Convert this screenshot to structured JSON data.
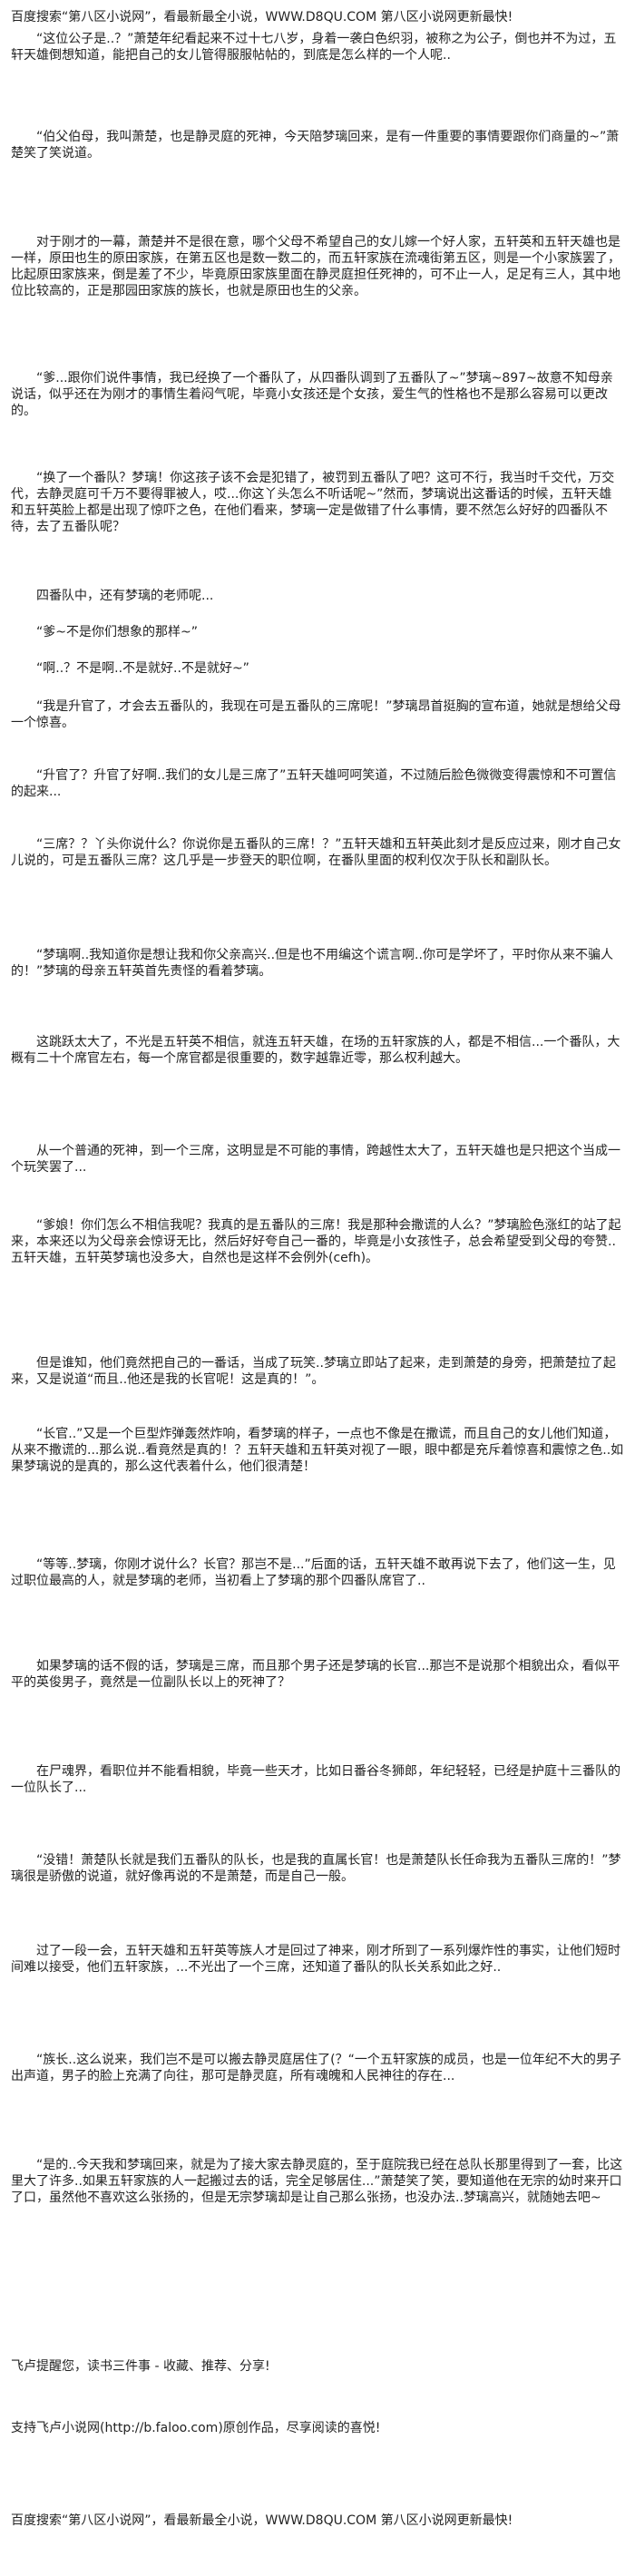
{
  "header": {
    "banner": "百度搜索“第八区小说网”，看最新最全小说，WWW.D8QU.COM  第八区小说网更新最快!"
  },
  "paragraphs": [
    "“这位公子是..？”萧楚年纪看起来不过十七八岁，身着一袭白色织羽，被称之为公子，倒也并不为过，五轩天雄倒想知道，能把自己的女儿管得服服帖帖的，到底是怎么样的一个人呢..",
    "“伯父伯母，我叫萧楚，也是静灵庭的死神，今天陪梦璃回来，是有一件重要的事情要跟你们商量的~”萧楚笑了笑说道。",
    "对于刚才的一幕，萧楚并不是很在意，哪个父母不希望自己的女儿嫁一个好人家，五轩英和五轩天雄也是一样，原田也生的原田家族，在第五区也是数一数二的，而五轩家族在流魂街第五区，则是一个小家族罢了，比起原田家族来，倒是差了不少，毕竟原田家族里面在静灵庭担任死神的，可不止一人，足足有三人，其中地位比较高的，正是那园田家族的族长，也就是原田也生的父亲。",
    "“爹...跟你们说件事情，我已经换了一个番队了，从四番队调到了五番队了~”梦璃~897~故意不知母亲说话，似乎还在为刚才的事情生着闷气呢，毕竟小女孩还是个女孩，爱生气的性格也不是那么容易可以更改的。",
    "“换了一个番队？梦璃！你这孩子该不会是犯错了，被罚到五番队了吧？这可不行，我当时千交代，万交代，去静灵庭可千万不要得罪被人，哎...你这丫头怎么不听话呢~”然而，梦璃说出这番话的时候，五轩天雄和五轩英脸上都是出现了惊吓之色，在他们看来，梦璃一定是做错了什么事情，要不然怎么好好的四番队不待，去了五番队呢？",
    "四番队中，还有梦璃的老师呢...",
    "“爹~不是你们想象的那样~”",
    "“啊..？不是啊..不是就好..不是就好~”",
    "“我是升官了，才会去五番队的，我现在可是五番队的三席呢！”梦璃昂首挺胸的宣布道，她就是想给父母一个惊喜。",
    "“升官了？升官了好啊..我们的女儿是三席了”五轩天雄呵呵笑道，不过随后脸色微微变得震惊和不可置信的起来...",
    "“三席？？丫头你说什么？你说你是五番队的三席！？”五轩天雄和五轩英此刻才是反应过来，刚才自己女儿说的，可是五番队三席？这几乎是一步登天的职位啊，在番队里面的权利仅次于队长和副队长。",
    "“梦璃啊..我知道你是想让我和你父亲高兴..但是也不用编这个谎言啊..你可是学坏了，平时你从来不骗人的！”梦璃的母亲五轩英首先责怪的看着梦璃。",
    "这跳跃太大了，不光是五轩英不相信，就连五轩天雄，在场的五轩家族的人，都是不相信...一个番队，大概有二十个席官左右，每一个席官都是很重要的，数字越靠近零，那么权利越大。",
    "从一个普通的死神，到一个三席，这明显是不可能的事情，跨越性太大了，五轩天雄也是只把这个当成一个玩笑罢了...",
    "“爹娘！你们怎么不相信我呢？我真的是五番队的三席！我是那种会撒谎的人么？”梦璃脸色涨红的站了起来，本来还以为父母亲会惊讶无比，然后好好夸自己一番的，毕竟是小女孩性子，总会希望受到父母的夸赞..五轩天雄，五轩英梦璃也没多大，自然也是这样不会例外(cefh)。",
    "但是谁知，他们竟然把自己的一番话，当成了玩笑..梦璃立即站了起来，走到萧楚的身旁，把萧楚拉了起来，又是说道“而且..他还是我的长官呢！这是真的！”。",
    "“长官..”又是一个巨型炸弹轰然炸响，看梦璃的样子，一点也不像是在撒谎，而且自己的女儿他们知道，从来不撒谎的...那么说..看竟然是真的！？五轩天雄和五轩英对视了一眼，眼中都是充斥着惊喜和震惊之色..如果梦璃说的是真的，那么这代表着什么，他们很清楚！",
    "“等等..梦璃，你刚才说什么？长官？那岂不是...”后面的话，五轩天雄不敢再说下去了，他们这一生，见过职位最高的人，就是梦璃的老师，当初看上了梦璃的那个四番队席官了..",
    "如果梦璃的话不假的话，梦璃是三席，而且那个男子还是梦璃的长官...那岂不是说那个相貌出众，看似平平的英俊男子，竟然是一位副队长以上的死神了？",
    "在尸魂界，看职位并不能看相貌，毕竟一些天才，比如日番谷冬狮郎，年纪轻轻，已经是护庭十三番队的一位队长了...",
    "“没错！萧楚队长就是我们五番队的队长，也是我的直属长官！也是萧楚队长任命我为五番队三席的！”梦璃很是骄傲的说道，就好像再说的不是萧楚，而是自己一般。",
    "过了一段一会，五轩天雄和五轩英等族人才是回过了神来，刚才所到了一系列爆炸性的事实，让他们短时间难以接受，他们五轩家族，...不光出了一个三席，还知道了番队的队长关系如此之好..",
    "“族长..这么说来，我们岂不是可以搬去静灵庭居住了(？“一个五轩家族的成员，也是一位年纪不大的男子出声道，男子的脸上充满了向往，那可是静灵庭，所有魂魄和人民神往的存在...",
    "“是的..今天我和梦璃回来，就是为了接大家去静灵庭的，至于庭院我已经在总队长那里得到了一套，比这里大了许多..如果五轩家族的人一起搬过去的话，完全足够居住...”萧楚笑了笑，要知道他在无宗的幼时来开口了口，虽然他不喜欢这么张扬的，但是无宗梦璃却是让自己那么张扬，也没办法..梦璃高兴，就随她去吧~"
  ],
  "promo": "飞卢提醒您，读书三件事 - 收藏、推荐、分享!",
  "support": "支持飞卢小说网(http://b.faloo.com)原创作品，尽享阅读的喜悦!",
  "footer": {
    "banner": "百度搜索“第八区小说网”，看最新最全小说，WWW.D8QU.COM  第八区小说网更新最快!"
  }
}
